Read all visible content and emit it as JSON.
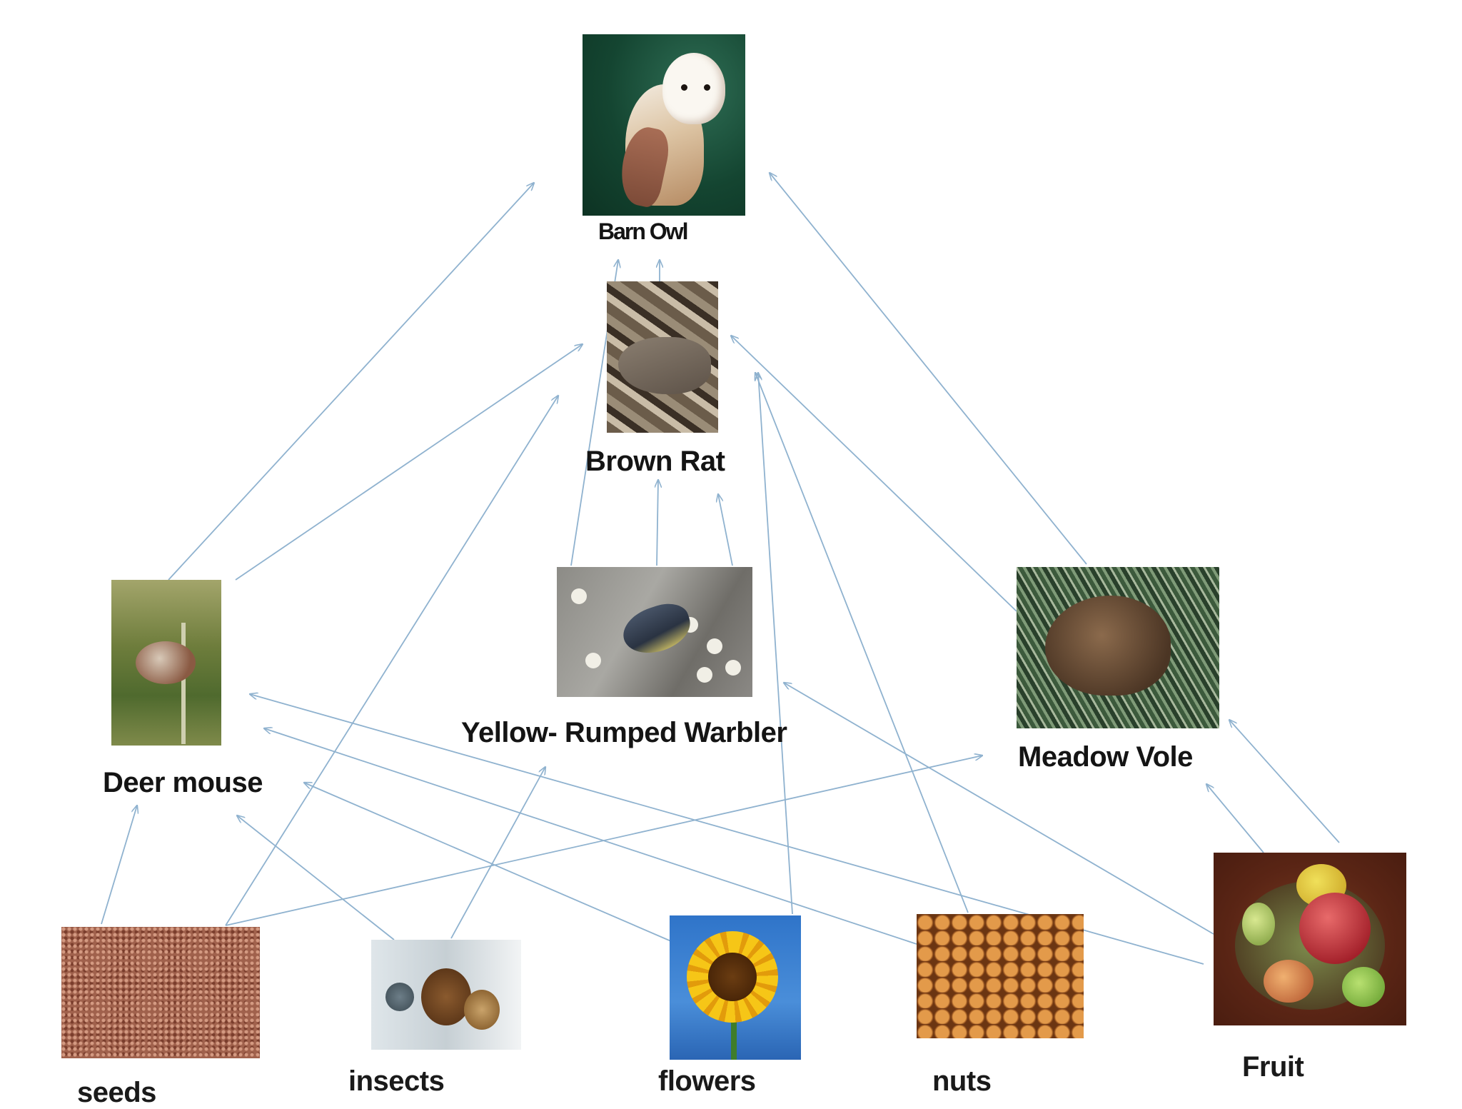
{
  "nodes": {
    "barn_owl": "Barn Owl",
    "brown_rat": "Brown Rat",
    "deer_mouse": "Deer mouse",
    "warbler": "Yellow- Rumped Warbler",
    "meadow_vole": "Meadow Vole",
    "seeds": "seeds",
    "insects": "insects",
    "flowers": "flowers",
    "nuts": "nuts",
    "fruit": "Fruit"
  },
  "colors": {
    "arrow": "#8fb2cf",
    "label": "#141414",
    "background": "#ffffff"
  }
}
